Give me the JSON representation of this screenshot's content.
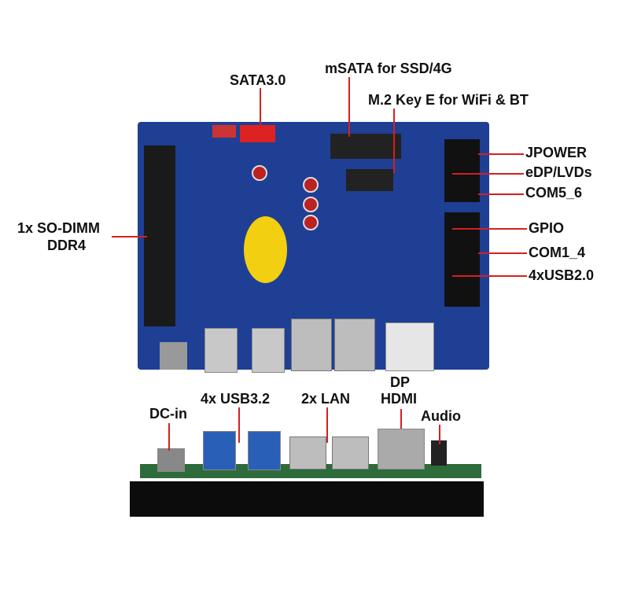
{
  "labels": {
    "sata": "SATA3.0",
    "msata": "mSATA for SSD/4G",
    "m2": "M.2 Key E for WiFi & BT",
    "jpower": "JPOWER",
    "edp": "eDP/LVDs",
    "com56": "COM5_6",
    "gpio": "GPIO",
    "com14": "COM1_4",
    "usb20": "4xUSB2.0",
    "sodimm": "1x SO-DIMM",
    "ddr4": "DDR4",
    "dp": "DP",
    "hdmi": "HDMI",
    "usb32": "4x USB3.2",
    "lan": "2x LAN",
    "dcin": "DC-in",
    "audio": "Audio"
  },
  "colors": {
    "leader": "#d42020",
    "board": "#1f3f95"
  }
}
